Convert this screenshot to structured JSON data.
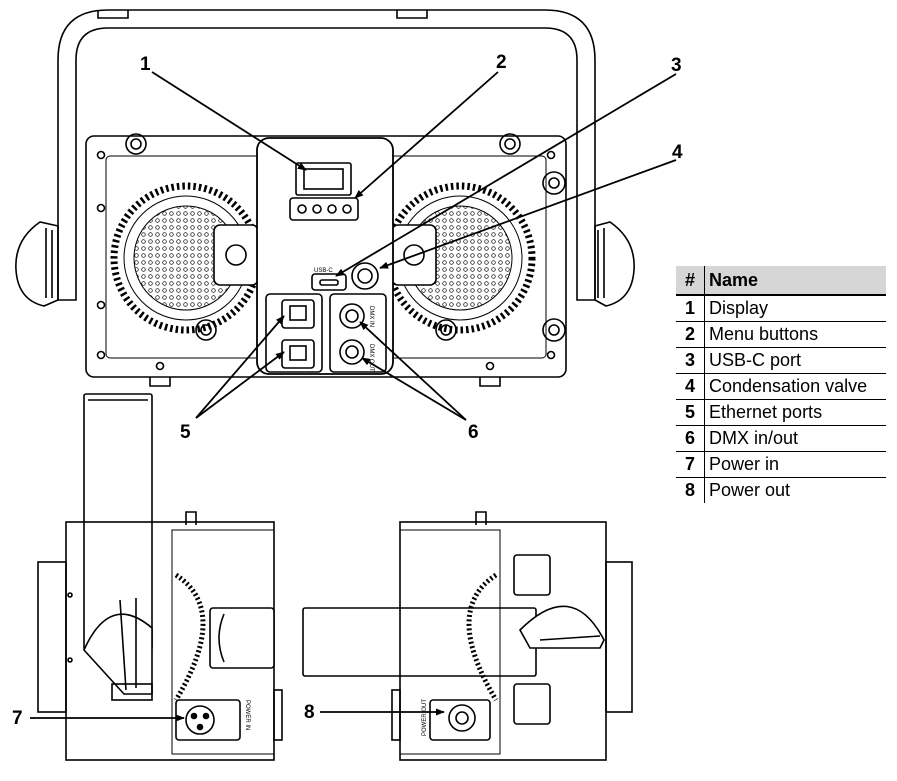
{
  "callouts": [
    "1",
    "2",
    "3",
    "4",
    "5",
    "6",
    "7",
    "8"
  ],
  "panel_text": {
    "usb": "USB-C",
    "dmx_in": "DMX IN",
    "dmx_out": "DMX OUT",
    "power_in": "POWER IN",
    "power_out": "POWER OUT"
  },
  "legend": {
    "headers": [
      "#",
      "Name"
    ],
    "rows": [
      {
        "num": "1",
        "name": "Display"
      },
      {
        "num": "2",
        "name": "Menu buttons"
      },
      {
        "num": "3",
        "name": "USB-C port"
      },
      {
        "num": "4",
        "name": "Condensation valve"
      },
      {
        "num": "5",
        "name": "Ethernet ports"
      },
      {
        "num": "6",
        "name": "DMX in/out"
      },
      {
        "num": "7",
        "name": "Power in"
      },
      {
        "num": "8",
        "name": "Power out"
      }
    ]
  }
}
